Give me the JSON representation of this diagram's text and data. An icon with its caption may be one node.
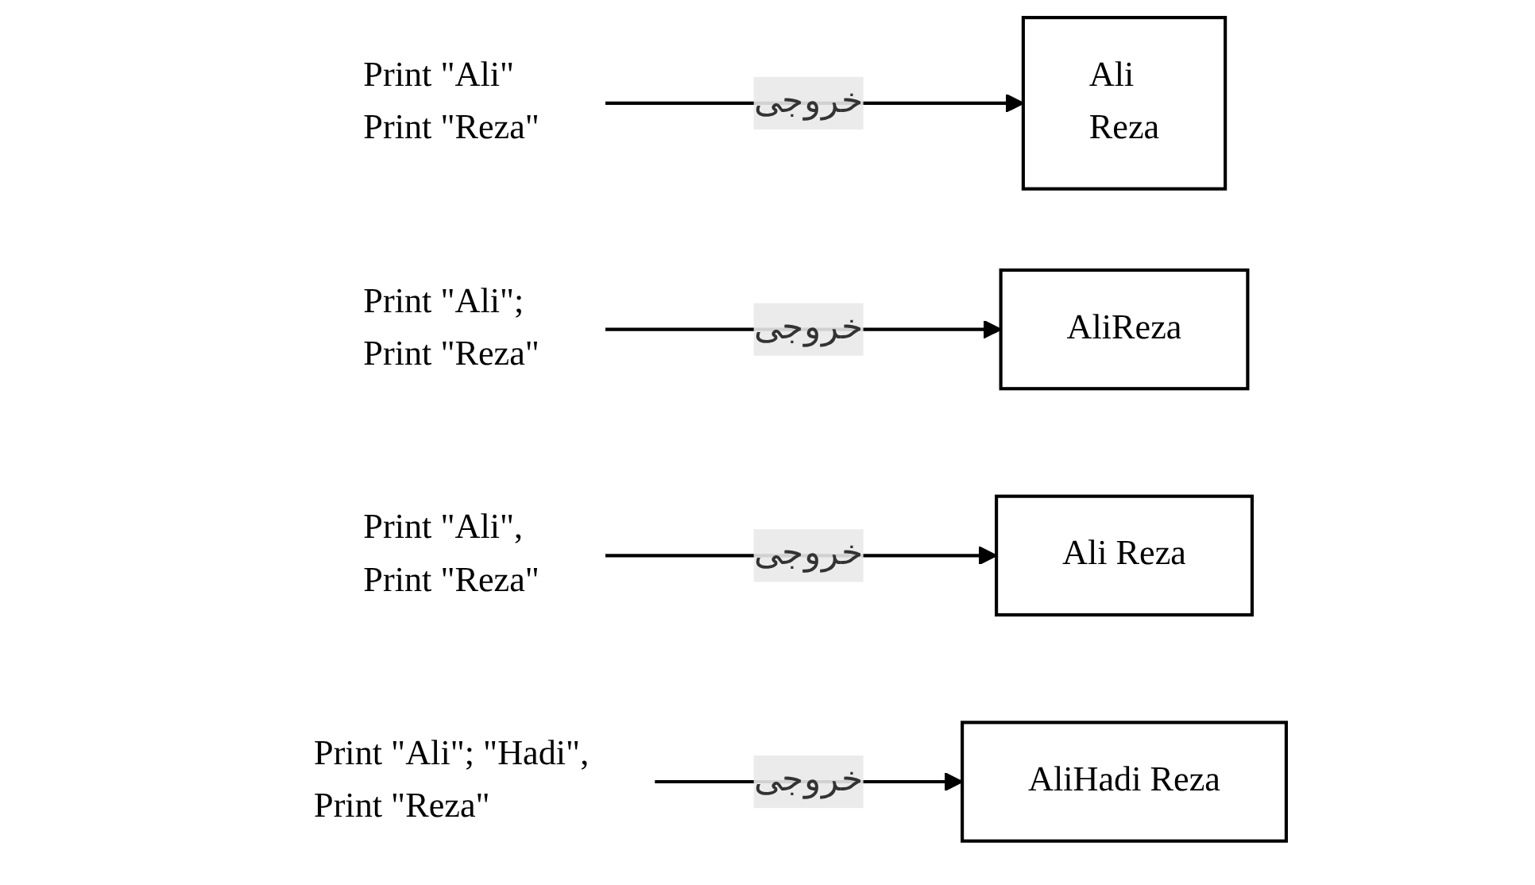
{
  "diagram": {
    "nodes": [
      {
        "text": [
          "Print \"Ali\"",
          "Print \"Reza\""
        ]
      },
      {
        "text": [
          "Ali",
          "Reza"
        ]
      },
      {
        "text": [
          "Print \"Ali\";",
          "Print \"Reza\""
        ]
      },
      {
        "text": [
          "AliReza"
        ]
      },
      {
        "text": [
          "Print \"Ali\",",
          "Print \"Reza\""
        ]
      },
      {
        "text": [
          "Ali Reza"
        ]
      },
      {
        "text": [
          "Print \"Ali\"; \"Hadi\",",
          "Print \"Reza\""
        ]
      },
      {
        "text": [
          "AliHadi Reza"
        ]
      }
    ],
    "edges": [
      {
        "from": 0,
        "to": 1,
        "arrow": "to",
        "label": "خروجی"
      },
      {
        "from": 2,
        "to": 3,
        "arrow": "to",
        "label": "خروجی"
      },
      {
        "from": 4,
        "to": 5,
        "arrow": "to",
        "label": "خروجی"
      },
      {
        "from": 6,
        "to": 7,
        "arrow": "to",
        "label": "خروجی"
      }
    ]
  }
}
